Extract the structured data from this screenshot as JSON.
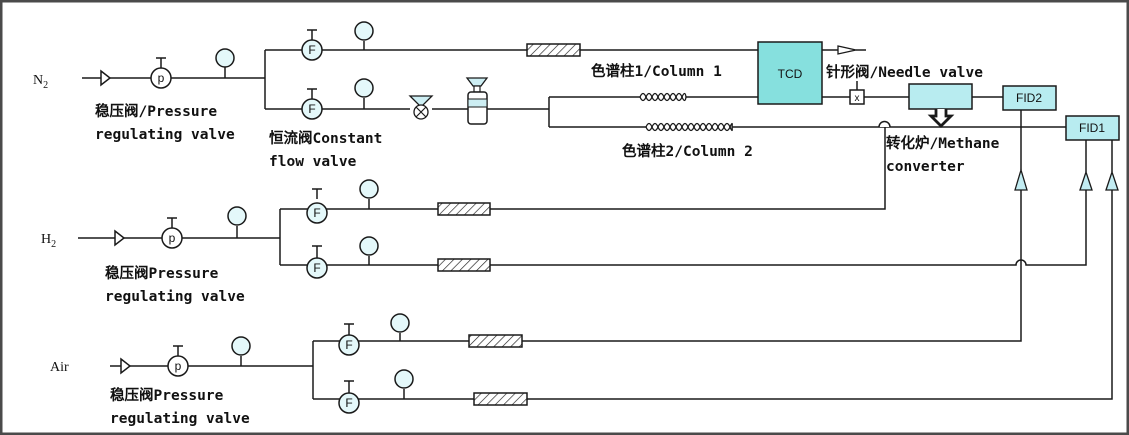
{
  "inputs": {
    "n2": "N",
    "n2_sub": "2",
    "h2": "H",
    "h2_sub": "2",
    "air": "Air"
  },
  "labels": {
    "pressure_n2_a": "稳压阀/Pressure",
    "pressure_n2_b": "regulating valve",
    "constant_a": "恒流阀Constant",
    "constant_b": "flow valve",
    "column1": "色谱柱1/Column 1",
    "column2": "色谱柱2/Column 2",
    "needle": "针形阀/Needle valve",
    "methane_a": "转化炉/Methane",
    "methane_b": "converter",
    "pressure_h2_a": "稳压阀Pressure",
    "pressure_h2_b": "regulating valve",
    "pressure_air_a": "稳压阀Pressure",
    "pressure_air_b": "regulating valve"
  },
  "components": {
    "tcd": "TCD",
    "fid1": "FID1",
    "fid2": "FID2",
    "p": "p",
    "f": "F",
    "x": "x"
  },
  "colors": {
    "background": "#ffffff",
    "frame": "#4a4a4a",
    "lines": "#1a1a1a",
    "detector_fill": "#b8ecf0",
    "tcd_fill": "#86e0de",
    "gauge_fill": "#e4f8fa",
    "filter_fill": "#cdeef3",
    "arrow_fill": "#c2ecf2"
  }
}
